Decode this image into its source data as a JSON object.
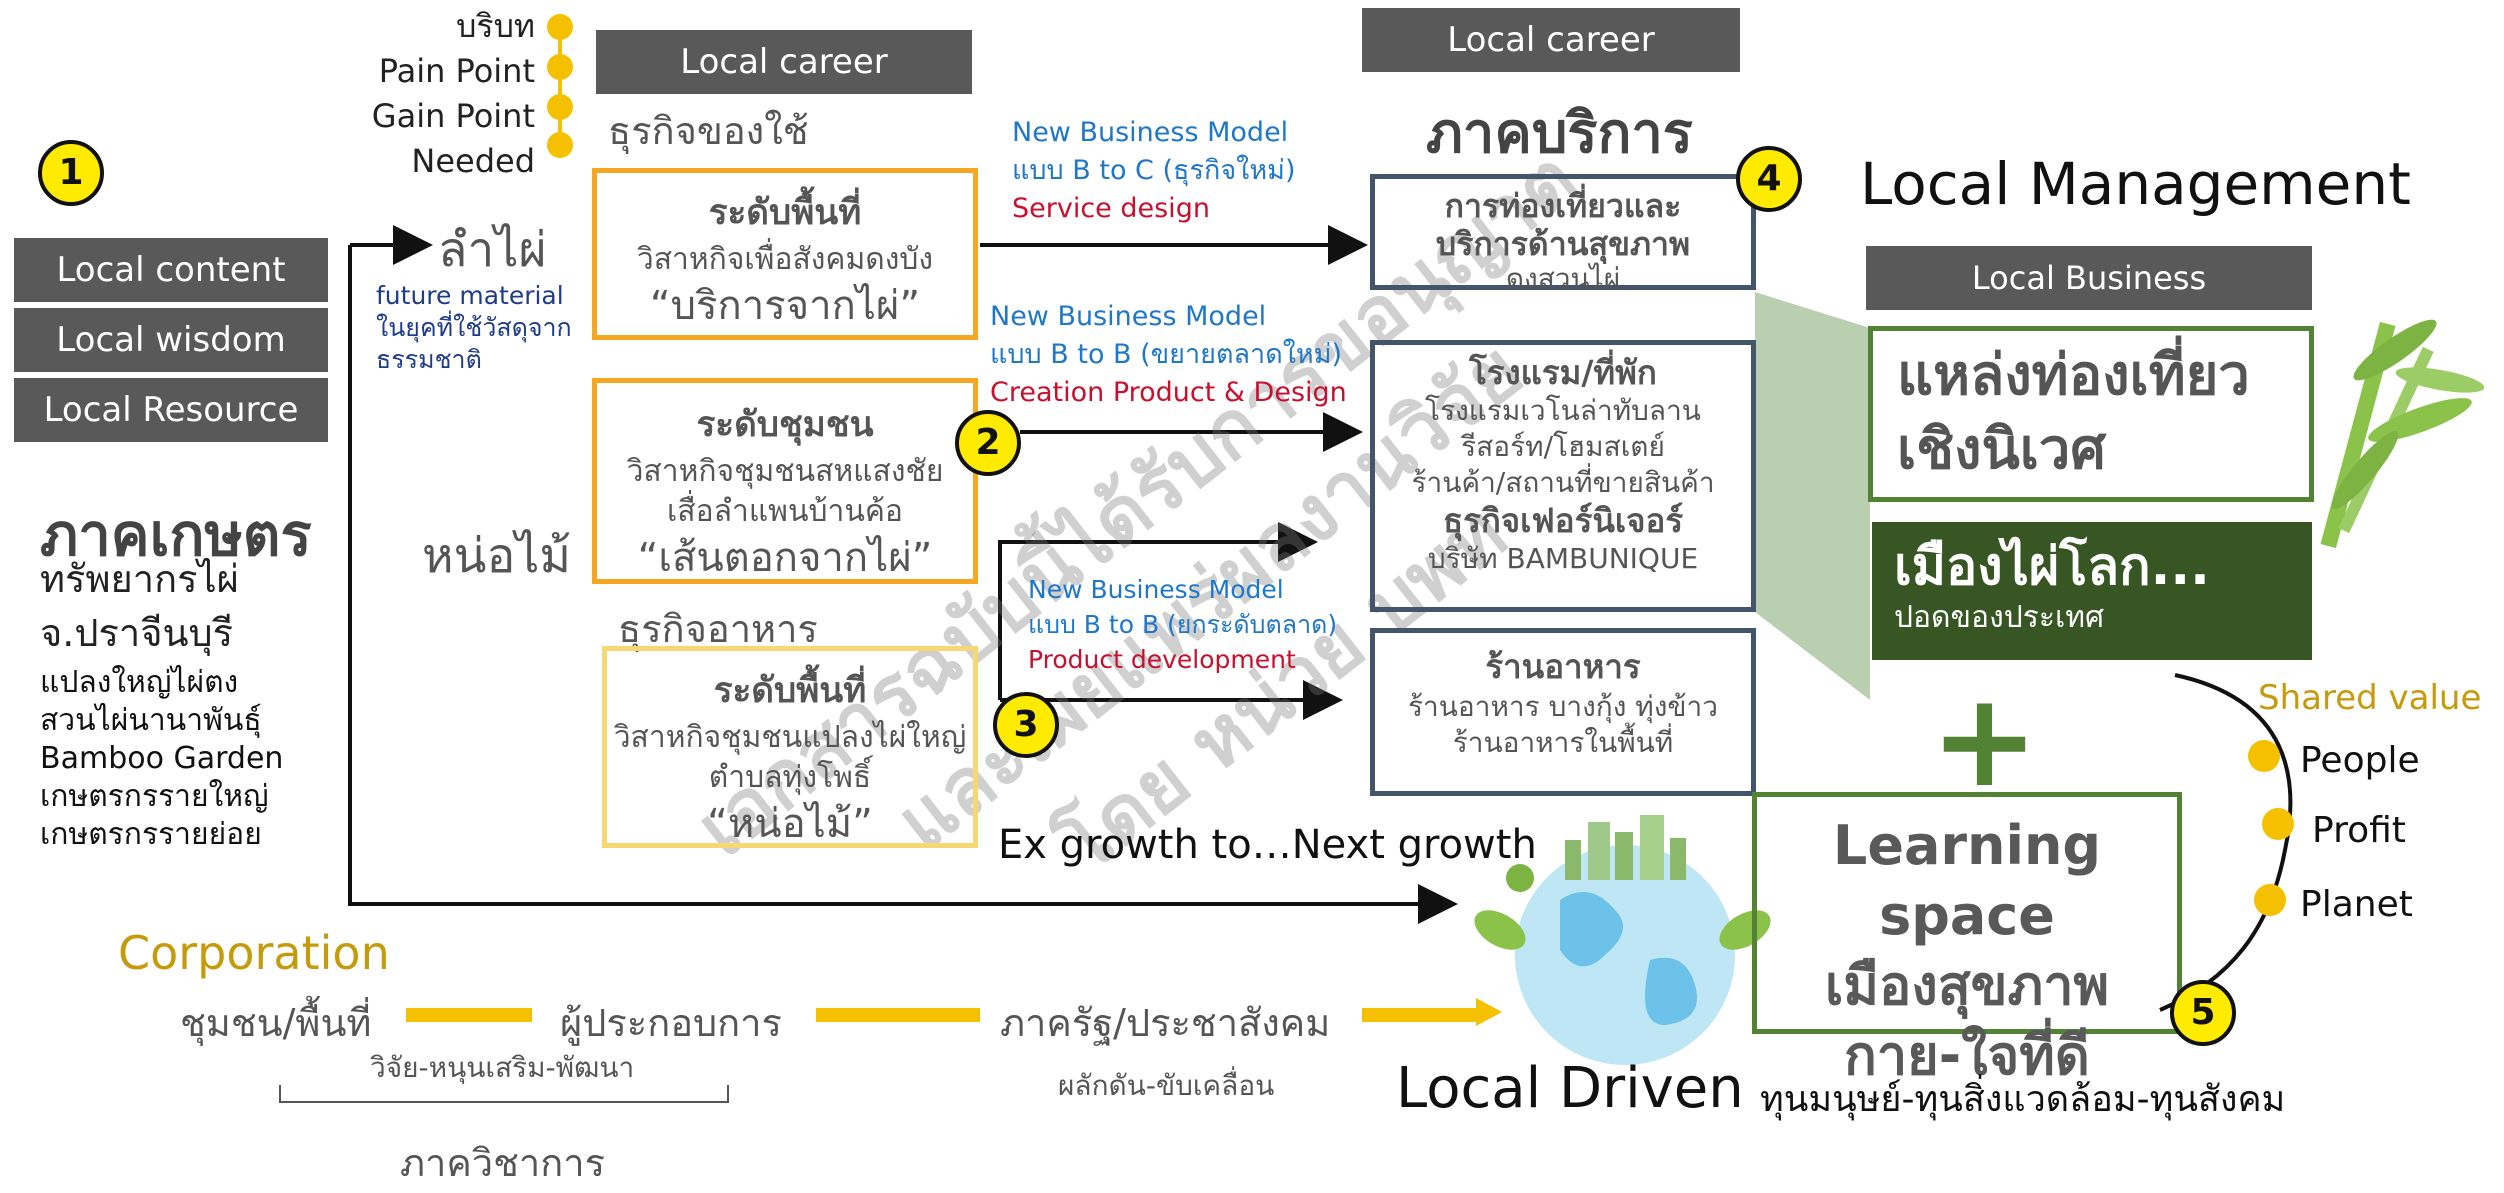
{
  "left_panel": {
    "marker": "1",
    "bars": [
      "Local content",
      "Local wisdom",
      "Local Resource"
    ],
    "agri_title": "ภาคเกษตร",
    "lines": [
      "ทรัพยากรไผ่",
      "จ.ปราจีนบุรี"
    ],
    "items": [
      "แปลงใหญ่ไผ่ตง",
      "สวนไผ่นานาพันธุ์",
      "Bamboo Garden",
      "เกษตรกรรายใหญ่",
      "เกษตรกรรายย่อย"
    ]
  },
  "checklist": [
    "บริบท",
    "Pain Point",
    "Gain Point",
    "Needed"
  ],
  "bamboo": {
    "label": "ลำไผ่",
    "note": [
      "future material",
      "ในยุคที่ใช้วัสดุจาก",
      "ธรรมชาติ"
    ]
  },
  "shoot": {
    "label": "หน่อไม้"
  },
  "mid_header": "Local career",
  "goods_label": "ธุรกิจของใช้",
  "food_label": "ธุรกิจอาหาร",
  "boxes": [
    {
      "head": "ระดับพื้นที่",
      "sub": "วิสาหกิจเพื่อสังคมดงบัง",
      "quote": "“บริการจากไผ่”"
    },
    {
      "head": "ระดับชุมชน",
      "sub1": "วิสาหกิจชุมชนสหแสงชัย",
      "sub2": "เสื่อลำแพนบ้านค้อ",
      "quote": "“เส้นตอกจากไผ่”"
    },
    {
      "head": "ระดับพื้นที่",
      "sub1": "วิสาหกิจชุมชนแปลงไผ่ใหญ่",
      "sub2": "ตำบลทุ่งโพธิ์",
      "quote": "“หน่อไม้”"
    }
  ],
  "models": [
    {
      "l1": "New Business Model",
      "l2": "แบบ B to C (ธุรกิจใหม่)",
      "l3": "Service design"
    },
    {
      "l1": "New Business Model",
      "l2": "แบบ B to B (ขยายตลาดใหม่)",
      "l3": "Creation Product & Design"
    },
    {
      "l1": "New Business Model",
      "l2": "แบบ B to B (ยกระดับตลาด)",
      "l3": "Product development"
    }
  ],
  "markers": {
    "m2": "2",
    "m3": "3",
    "m4": "4",
    "m5": "5"
  },
  "service": {
    "header": "Local career",
    "title": "ภาคบริการ",
    "box1": {
      "h1": "การท่องเที่ยวและ",
      "h2": "บริการด้านสุขภาพ",
      "s": "ดงสวนไผ่"
    },
    "box2": {
      "h1": "โรงแรม/ที่พัก",
      "s1": "โรงแรมเวโนล่าทับลาน",
      "s2": "รีสอร์ท/โฮมสเตย์",
      "s3": "ร้านค้า/สถานที่ขายสินค้า",
      "h2": "ธุรกิจเฟอร์นิเจอร์",
      "s4": "บริษัท BAMBUNIQUE"
    },
    "box3": {
      "h": "ร้านอาหาร",
      "s1": "ร้านอาหาร บางกุ้ง ทุ่งข้าว",
      "s2": "ร้านอาหารในพื้นที่"
    }
  },
  "ex_growth": "Ex growth to…Next growth",
  "right": {
    "title": "Local Management",
    "bar": "Local Business",
    "tour1": "แหล่งท่องเที่ยว",
    "tour2": "เชิงนิเวศ",
    "city1": "เมืองไผ่โลก...",
    "city2": "ปอดของประเทศ",
    "plus": "+",
    "learn1": "Learning space",
    "learn2": "เมืองสุขภาพ",
    "learn3": "กาย-ใจที่ดี",
    "shared": "Shared value",
    "values": [
      "People",
      "Profit",
      "Planet"
    ]
  },
  "bottom": {
    "corp": "Corporation",
    "chain": [
      "ชุมชน/พื้นที่",
      "ผู้ประกอบการ",
      "ภาครัฐ/ประชาสังคม"
    ],
    "sub1": "วิจัย-หนุนเสริม-พัฒนา",
    "sub2": "ผลักดัน-ขับเคลื่อน",
    "academic": "ภาควิชาการ",
    "driven": "Local Driven",
    "capital": "ทุนมนุษย์-ทุนสิ่งแวดล้อม-ทุนสังคม"
  },
  "watermark": [
    "เอกสารฉบับนี้ได้รับการขอนุญาต",
    "และเผยแพร่ผลงานวิจัย",
    "โดย หน่วย บพท"
  ],
  "colors": {
    "orange": "#f5a623",
    "lightorange": "#f7d774",
    "slate": "#44546a",
    "green": "#548235",
    "darkgreen": "#375623",
    "yellow": "#f5c000",
    "gray": "#595959"
  }
}
